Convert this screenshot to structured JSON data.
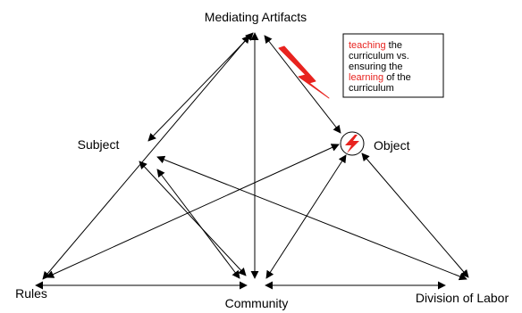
{
  "diagram": {
    "nodes": {
      "mediating_artifacts": "Mediating Artifacts",
      "subject": "Subject",
      "object": "Object",
      "rules": "Rules",
      "community": "Community",
      "division_of_labor": "Division of Labor"
    },
    "note": {
      "line1_highlight": "teaching",
      "line1_rest": " the",
      "line2": "curriculum vs.",
      "line3": "ensuring the",
      "line4_highlight": "learning",
      "line4_rest": " of the",
      "line5": "curriculum"
    },
    "colors": {
      "highlight": "#e8231f",
      "lightning": "#e8231f",
      "lines": "#000000"
    },
    "icons": {
      "tension": "lightning-bolt-icon"
    }
  }
}
